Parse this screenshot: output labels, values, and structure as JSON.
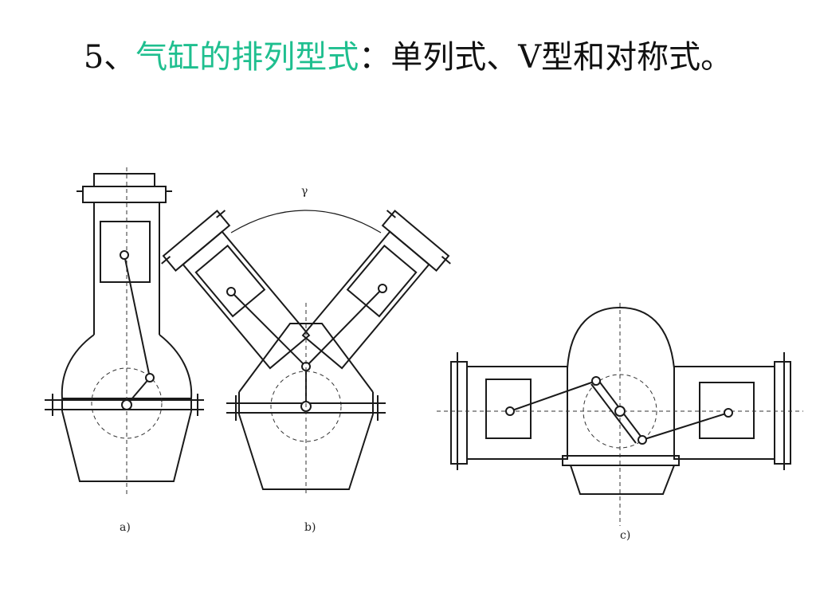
{
  "title": {
    "prefix": "5、",
    "highlight": "气缸的排列型式",
    "rest": "：单列式、V型和对称式。"
  },
  "diagram": {
    "captions": {
      "a": "a)",
      "b": "b)",
      "c": "c)"
    },
    "angle_label": "γ"
  },
  "colors": {
    "highlight": "#1fbf8f",
    "text": "#111111"
  }
}
